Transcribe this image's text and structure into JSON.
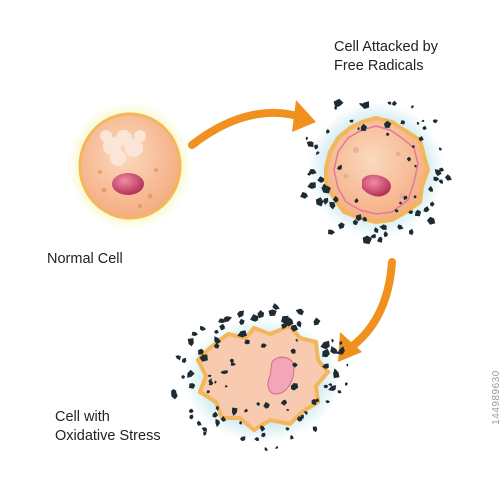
{
  "labels": {
    "attacked": [
      "Cell Attacked by",
      "Free Radicals"
    ],
    "normal": "Normal Cell",
    "stress": [
      "Cell with",
      "Oxidative Stress"
    ]
  },
  "watermark_id": "144989630",
  "colors": {
    "arrow": "#F0901E",
    "cytoplasm": "#F8C59E",
    "membrane": "#F3B75A",
    "nucleus": "#C73A5E",
    "radical": "#1E2B34",
    "glow_normal": "#F4F3A8",
    "glow_damaged": "#A9DBE3",
    "damaged_membrane": "#E07A9A"
  }
}
